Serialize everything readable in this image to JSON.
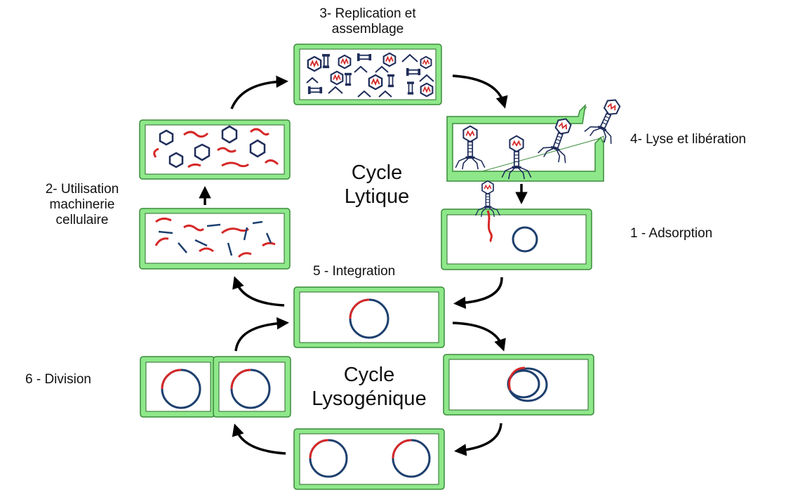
{
  "colors": {
    "membrane": "#8ee88a",
    "membrane_border": "#3a8a3a",
    "dna_red": "#d62828",
    "dna_blue": "#1d3f6e",
    "phage": "#1f2d5a",
    "arrow": "#000000"
  },
  "labels": {
    "step3": [
      "3- Replication et",
      "assemblage"
    ],
    "step4": "4- Lyse et libération",
    "step1": "1 - Adsorption",
    "step2": [
      "2- Utilisation",
      "machinerie",
      "cellulaire"
    ],
    "step5": "5 - Integration",
    "step6": "6 - Division",
    "lytic": [
      "Cycle",
      "Lytique"
    ],
    "lysogenic": [
      "Cycle",
      "Lysogénique"
    ]
  }
}
